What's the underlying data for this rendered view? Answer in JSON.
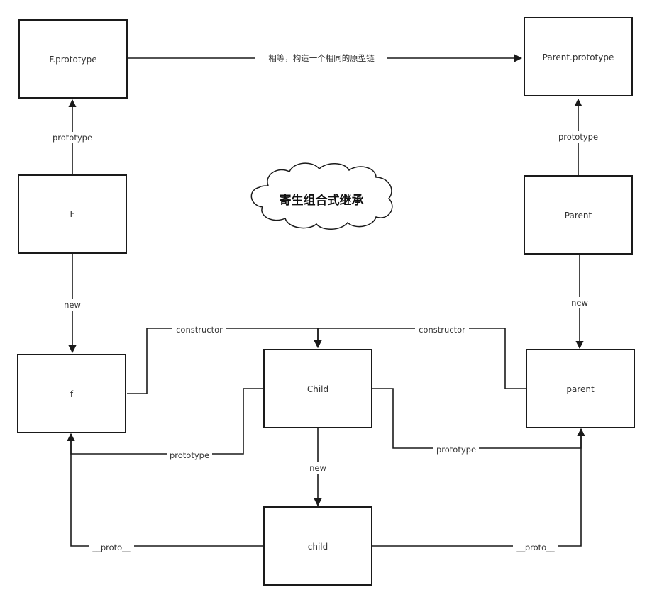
{
  "nodes": {
    "f_prototype": "F.prototype",
    "parent_prototype": "Parent.prototype",
    "F": "F",
    "Parent": "Parent",
    "f": "f",
    "Child": "Child",
    "parent": "parent",
    "child": "child"
  },
  "edges": {
    "equal": "相等，构造一个相同的原型链",
    "F_prototype": "prototype",
    "Parent_prototype": "prototype",
    "F_new": "new",
    "Parent_new": "new",
    "f_constructor": "constructor",
    "parent_constructor": "constructor",
    "Child_prototype_left": "prototype",
    "Child_prototype_right": "prototype",
    "Child_new": "new",
    "child_proto_left": "__proto__",
    "child_proto_right": "__proto__"
  },
  "title": "寄生组合式继承"
}
